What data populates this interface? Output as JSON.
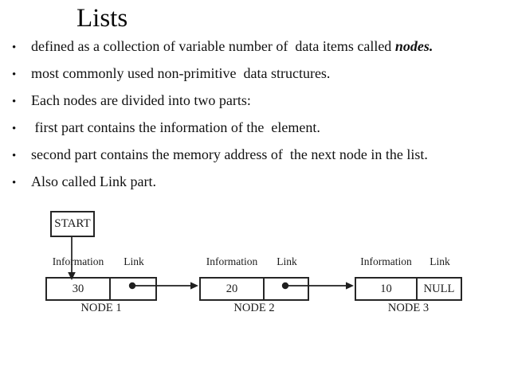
{
  "title": "Lists",
  "bullet_char": "•",
  "bullets": [
    {
      "text": "defined as a collection of variable number of  data items called ",
      "emphasis": "nodes."
    },
    {
      "text": "most commonly used non-primitive  data structures."
    },
    {
      "text": "Each nodes are divided into two parts:"
    },
    {
      "text": " first part contains the information of the  element."
    },
    {
      "text": "second part contains the memory address of  the next node in the list."
    },
    {
      "text": "Also called Link part."
    }
  ],
  "diagram": {
    "start_label": "START",
    "nodes": [
      {
        "info_label": "Information",
        "link_label": "Link",
        "info_value": "30",
        "link_value": "",
        "name": "NODE 1"
      },
      {
        "info_label": "Information",
        "link_label": "Link",
        "info_value": "20",
        "link_value": "",
        "name": "NODE 2"
      },
      {
        "info_label": "Information",
        "link_label": "Link",
        "info_value": "10",
        "link_value": "NULL",
        "name": "NODE 3"
      }
    ]
  },
  "colors": {
    "background": "#ffffff",
    "ink": "#111111",
    "border": "#262626"
  }
}
